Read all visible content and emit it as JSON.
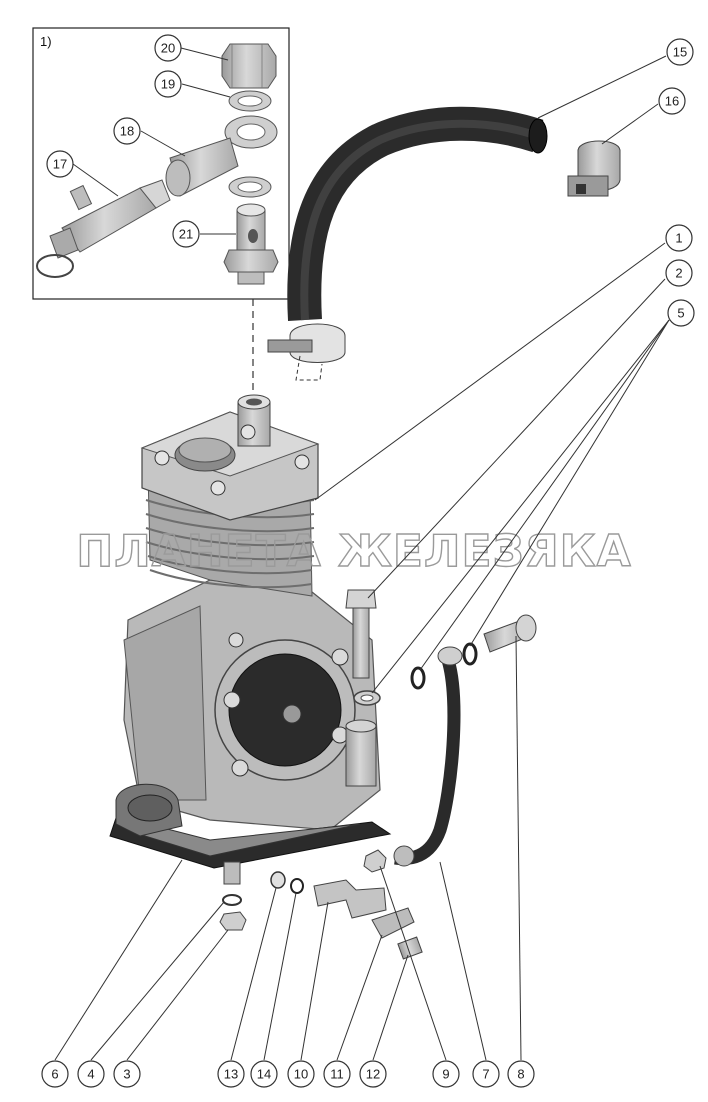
{
  "inset": {
    "label": "1)"
  },
  "watermark": {
    "text": "ПЛАНЕТА ЖЕЛЕЗЯКА"
  },
  "callouts": [
    {
      "id": "20",
      "label": "20"
    },
    {
      "id": "19",
      "label": "19"
    },
    {
      "id": "18",
      "label": "18"
    },
    {
      "id": "17",
      "label": "17"
    },
    {
      "id": "21",
      "label": "21"
    },
    {
      "id": "15",
      "label": "15"
    },
    {
      "id": "16",
      "label": "16"
    },
    {
      "id": "1",
      "label": "1"
    },
    {
      "id": "2",
      "label": "2"
    },
    {
      "id": "5",
      "label": "5"
    },
    {
      "id": "6",
      "label": "6"
    },
    {
      "id": "4",
      "label": "4"
    },
    {
      "id": "3",
      "label": "3"
    },
    {
      "id": "13",
      "label": "13"
    },
    {
      "id": "14",
      "label": "14"
    },
    {
      "id": "10",
      "label": "10"
    },
    {
      "id": "11",
      "label": "11"
    },
    {
      "id": "12",
      "label": "12"
    },
    {
      "id": "9",
      "label": "9"
    },
    {
      "id": "7",
      "label": "7"
    },
    {
      "id": "8",
      "label": "8"
    }
  ],
  "colors": {
    "metal": "#c9c9c9",
    "metal_dark": "#8f8f8f",
    "rubber": "#2e2e2e",
    "line": "#333333"
  }
}
